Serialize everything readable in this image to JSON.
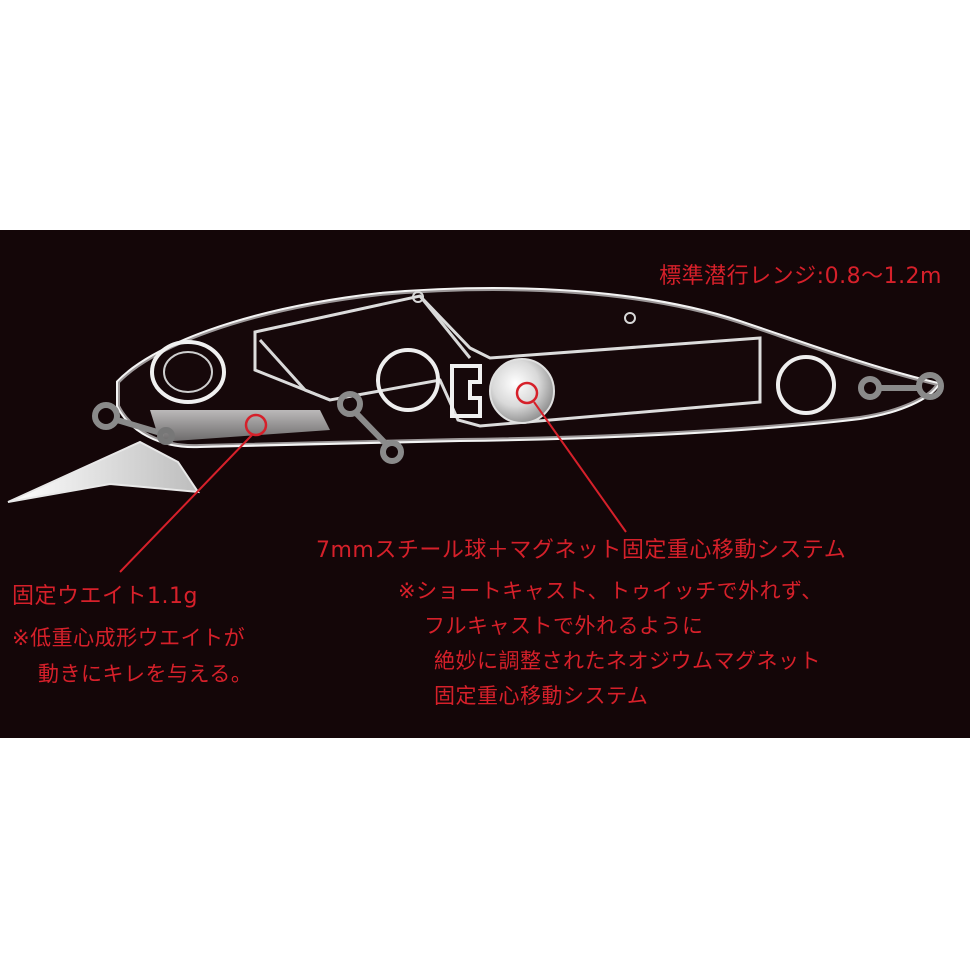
{
  "diagram": {
    "diving_range": "標準潜行レンジ:0.8〜1.2m",
    "system_label": "7mmスチール球＋マグネット固定重心移動システム",
    "system_notes": [
      "※ショートキャスト、トゥイッチで外れず、",
      "フルキャストで外れるように",
      "絶妙に調整されたネオジウムマグネット",
      "固定重心移動システム"
    ],
    "weight_label": "固定ウエイト1.1g",
    "weight_notes": [
      "※低重心成形ウエイトが",
      "動きにキレを与える。"
    ],
    "colors": {
      "background": "#140608",
      "label_red": "#d6202a",
      "lure_outline": "#f4f4f4",
      "eyelet_grey": "#8a8a8a"
    }
  }
}
